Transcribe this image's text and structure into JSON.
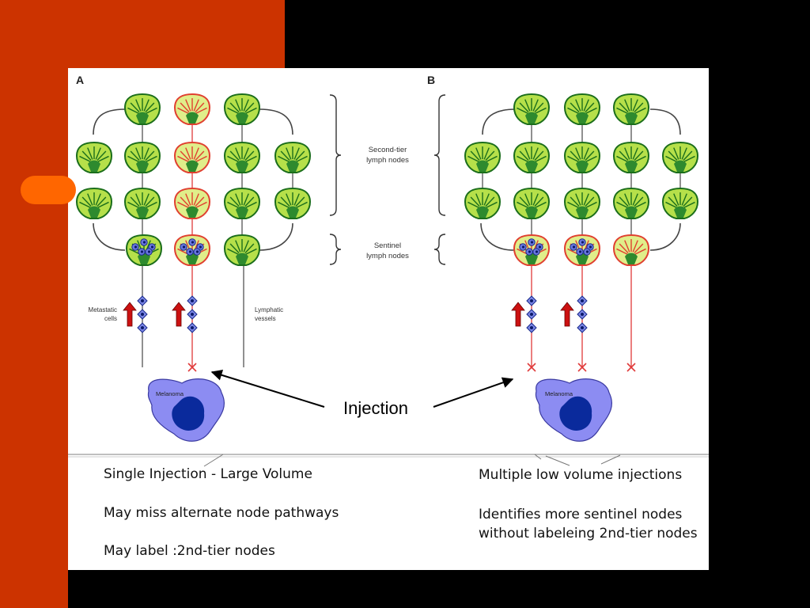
{
  "colors": {
    "slide_orange": "#cc3300",
    "slide_black": "#000000",
    "normal_node_fill": "#b6e04a",
    "normal_node_stroke": "#1b6e1b",
    "labeled_node_fill": "#e0ee8a",
    "labeled_node_stroke": "#e04030",
    "melanoma": "#8c8cf2",
    "melanoma_core": "#0a2a9c",
    "vessel_labeled": "#e03a3a",
    "arrow_red": "#cc1111"
  },
  "figure": {
    "panel_a_letter": "A",
    "panel_b_letter": "B",
    "second_tier_label": [
      "Second-tier",
      "lymph nodes"
    ],
    "sentinel_label": [
      "Sentinel",
      "lymph nodes"
    ],
    "metastatic_label": [
      "Metastatic",
      "cells"
    ],
    "lymphatic_label": [
      "Lymphatic",
      "vessels"
    ],
    "melanoma_label": "Melanoma",
    "injection_label": "Injection"
  },
  "captions": {
    "left_1": "Single Injection - Large Volume",
    "left_2": "May miss alternate node pathways",
    "left_3": "May label :2nd-tier nodes",
    "right_1": "Multiple low volume injections",
    "right_2": "Identifies more sentinel nodes",
    "right_3": "without labeleing 2nd-tier nodes"
  }
}
